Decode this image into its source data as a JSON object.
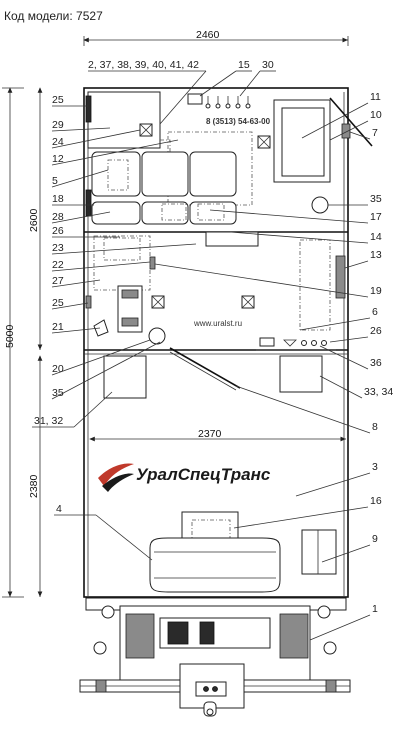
{
  "header": {
    "model_label": "Код модели: 7527"
  },
  "dimensions": {
    "total_width": "2460",
    "inner_width": "2370",
    "total_length": "5000",
    "front_section": "2600",
    "rear_section": "2380"
  },
  "phone": "8 (3513) 54-63-00",
  "website": "www.uralst.ru",
  "logo_text": "УралСпецТранс",
  "callouts": {
    "top_group": "2, 37, 38, 39, 40, 41, 42",
    "c15": "15",
    "c30": "30",
    "left": [
      "25",
      "29",
      "24",
      "12",
      "5",
      "18",
      "28",
      "26",
      "23",
      "22",
      "27",
      "25",
      "21",
      "20",
      "35"
    ],
    "right": [
      "11",
      "10",
      "7",
      "35",
      "17",
      "14",
      "13",
      "19",
      "6",
      "26",
      "36",
      "33, 34",
      "8"
    ],
    "c31_32": "31, 32",
    "c3": "3",
    "c16": "16",
    "c4": "4",
    "c9": "9",
    "c1": "1"
  }
}
